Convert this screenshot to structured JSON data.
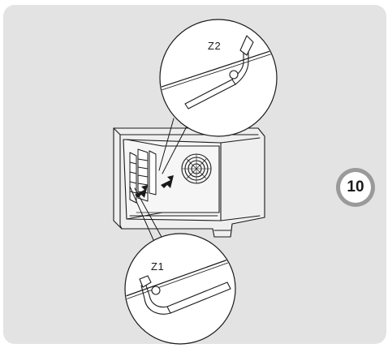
{
  "step": {
    "number": "10"
  },
  "callouts": {
    "top_label": "Z2",
    "bottom_label": "Z1"
  },
  "colors": {
    "background_panel": "#e3e3e4",
    "line": "#1a1a1a",
    "badge_ring": "#9a9a9b"
  }
}
